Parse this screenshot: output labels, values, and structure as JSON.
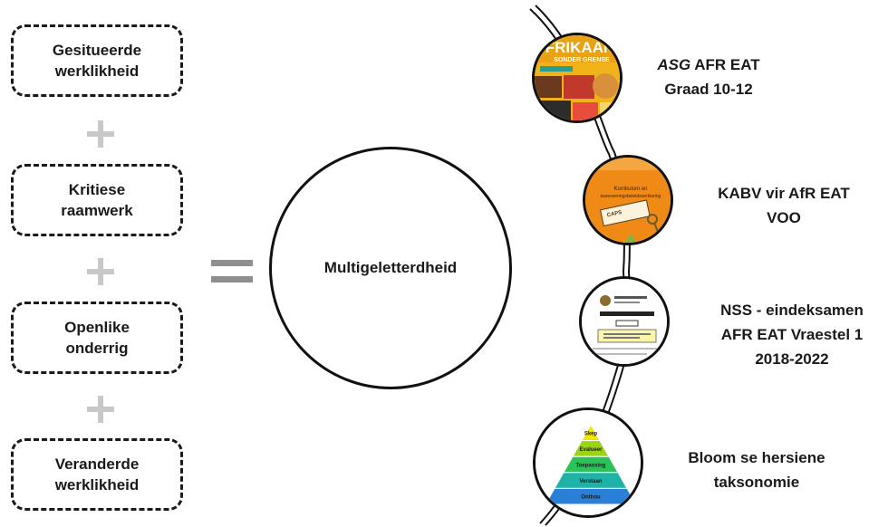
{
  "boxes": [
    {
      "line1": "Gesitueerde",
      "line2": "werklikheid"
    },
    {
      "line1": "Kritiese",
      "line2": "raamwerk"
    },
    {
      "line1": "Openlike",
      "line2": "onderrig"
    },
    {
      "line1": "Veranderde",
      "line2": "werklikheid"
    }
  ],
  "operators": {
    "plus": "+",
    "equals": "="
  },
  "result": {
    "label": "Multigeletterdheid"
  },
  "resources": [
    {
      "italic": "ASG",
      "line1_rest": " AFR EAT",
      "line2": "Graad 10-12",
      "icon": "afrikaans-textbook-cover-image"
    },
    {
      "line1": "KABV vir AfR EAT",
      "line2": "VOO",
      "icon": "caps-document-cover-image"
    },
    {
      "line1": "NSS - eindeksamen",
      "line2": "AFR EAT Vraestel 1",
      "line3": "2018-2022",
      "icon": "exam-paper-image"
    },
    {
      "line1": "Bloom se hersiene",
      "line2": "taksonomie",
      "icon": "bloom-pyramid-image"
    }
  ],
  "textbook_cover": {
    "title": "FRIKAAN",
    "subtitle": "SONDER GRENSE"
  },
  "caps_cover": {
    "line1": "Kurrikulum en",
    "line2": "assesseringsbeleidsverklaring",
    "badge": "CAPS"
  },
  "pyramid_levels": [
    "Skep",
    "Evalueer",
    "Toepassing",
    "Verstaan",
    "Onthou"
  ],
  "colors": {
    "textbook_yellow": "#f2b21a",
    "caps_orange": "#ef8a17",
    "pyramid": [
      "#f2e600",
      "#9bd416",
      "#2bc25a",
      "#1fb3a8",
      "#2a7fd6"
    ]
  }
}
